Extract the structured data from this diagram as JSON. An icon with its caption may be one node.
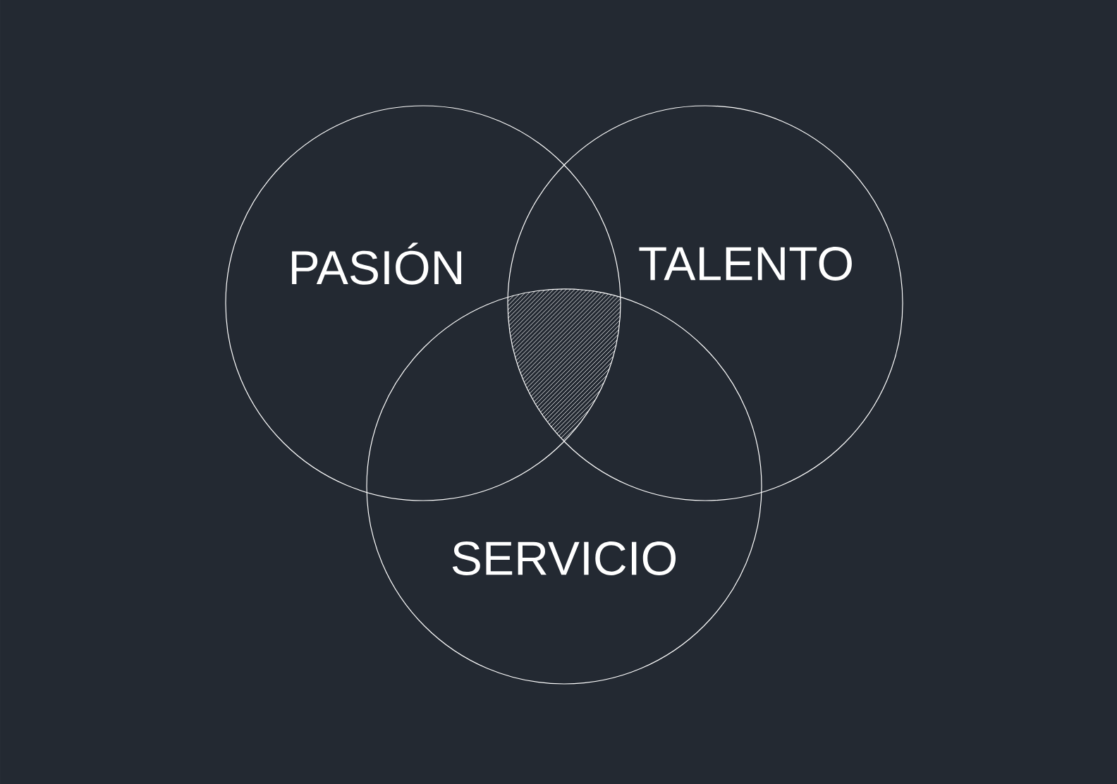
{
  "diagram": {
    "nodes": [
      {
        "text": [
          "PASIÓN"
        ]
      },
      {
        "text": [
          "TALENTO"
        ]
      },
      {
        "text": [
          "SERVICIO"
        ]
      }
    ]
  }
}
